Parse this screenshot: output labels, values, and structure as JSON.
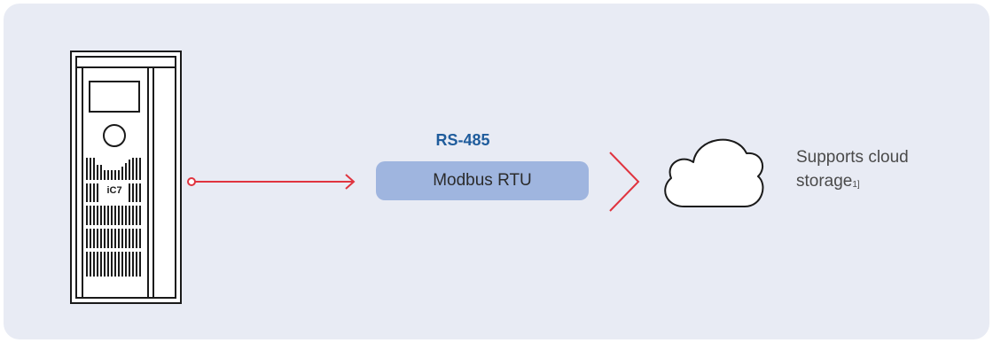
{
  "device": {
    "logo_text": "iC7"
  },
  "protocol": {
    "title": "RS-485",
    "name": "Modbus RTU"
  },
  "cloud": {
    "text": "Supports cloud storage",
    "footnote": "1]"
  },
  "colors": {
    "panel_background": "#e8ebf4",
    "connection_line": "#e0343f",
    "protocol_title": "#1f5c9c",
    "protocol_pill": "#9fb5df",
    "device_outline": "#1a1a1a"
  },
  "icons": [
    "drive-unit-icon",
    "arrow-right-icon",
    "chevron-right-icon",
    "cloud-icon"
  ]
}
